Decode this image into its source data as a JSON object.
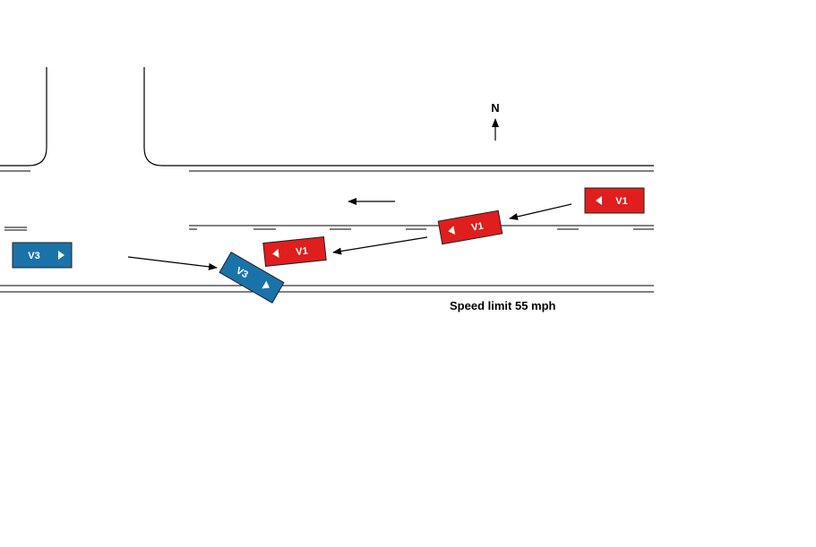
{
  "compass": {
    "label": "N"
  },
  "speed_limit": "Speed limit 55 mph",
  "colors": {
    "v1_fill": "#e01e1e",
    "v3_fill": "#1a73a8",
    "line": "#000000",
    "vehicle_text": "#ffffff"
  },
  "vehicles": {
    "v1_a": {
      "label": "V1"
    },
    "v1_b": {
      "label": "V1"
    },
    "v1_c": {
      "label": "V1"
    },
    "v3_a": {
      "label": "V3"
    },
    "v3_b": {
      "label": "V3"
    }
  }
}
